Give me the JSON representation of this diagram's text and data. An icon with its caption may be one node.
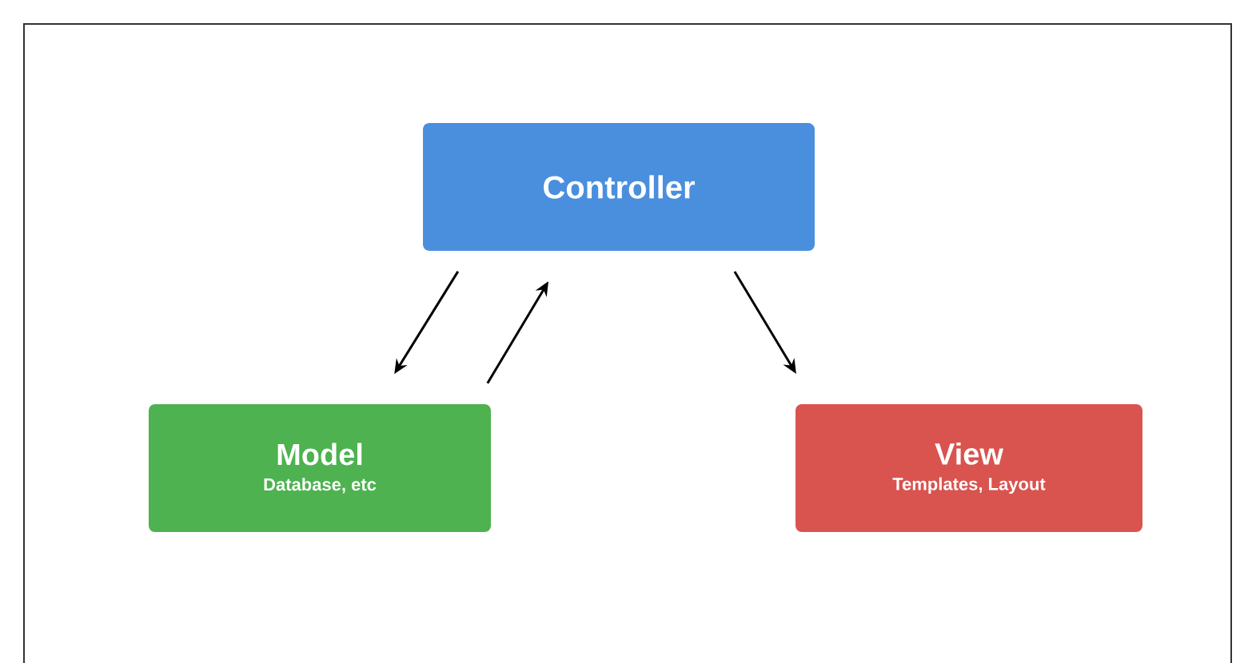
{
  "diagram": {
    "nodes": [
      {
        "text": [
          "Controller"
        ]
      },
      {
        "text": [
          "Model",
          "Database, etc"
        ]
      },
      {
        "text": [
          "View",
          "Templates, Layout"
        ]
      }
    ],
    "edges": [
      {
        "from": 0,
        "to": 1,
        "arrow": "to"
      },
      {
        "from": 1,
        "to": 0,
        "arrow": "to"
      },
      {
        "from": 0,
        "to": 2,
        "arrow": "to"
      }
    ]
  }
}
